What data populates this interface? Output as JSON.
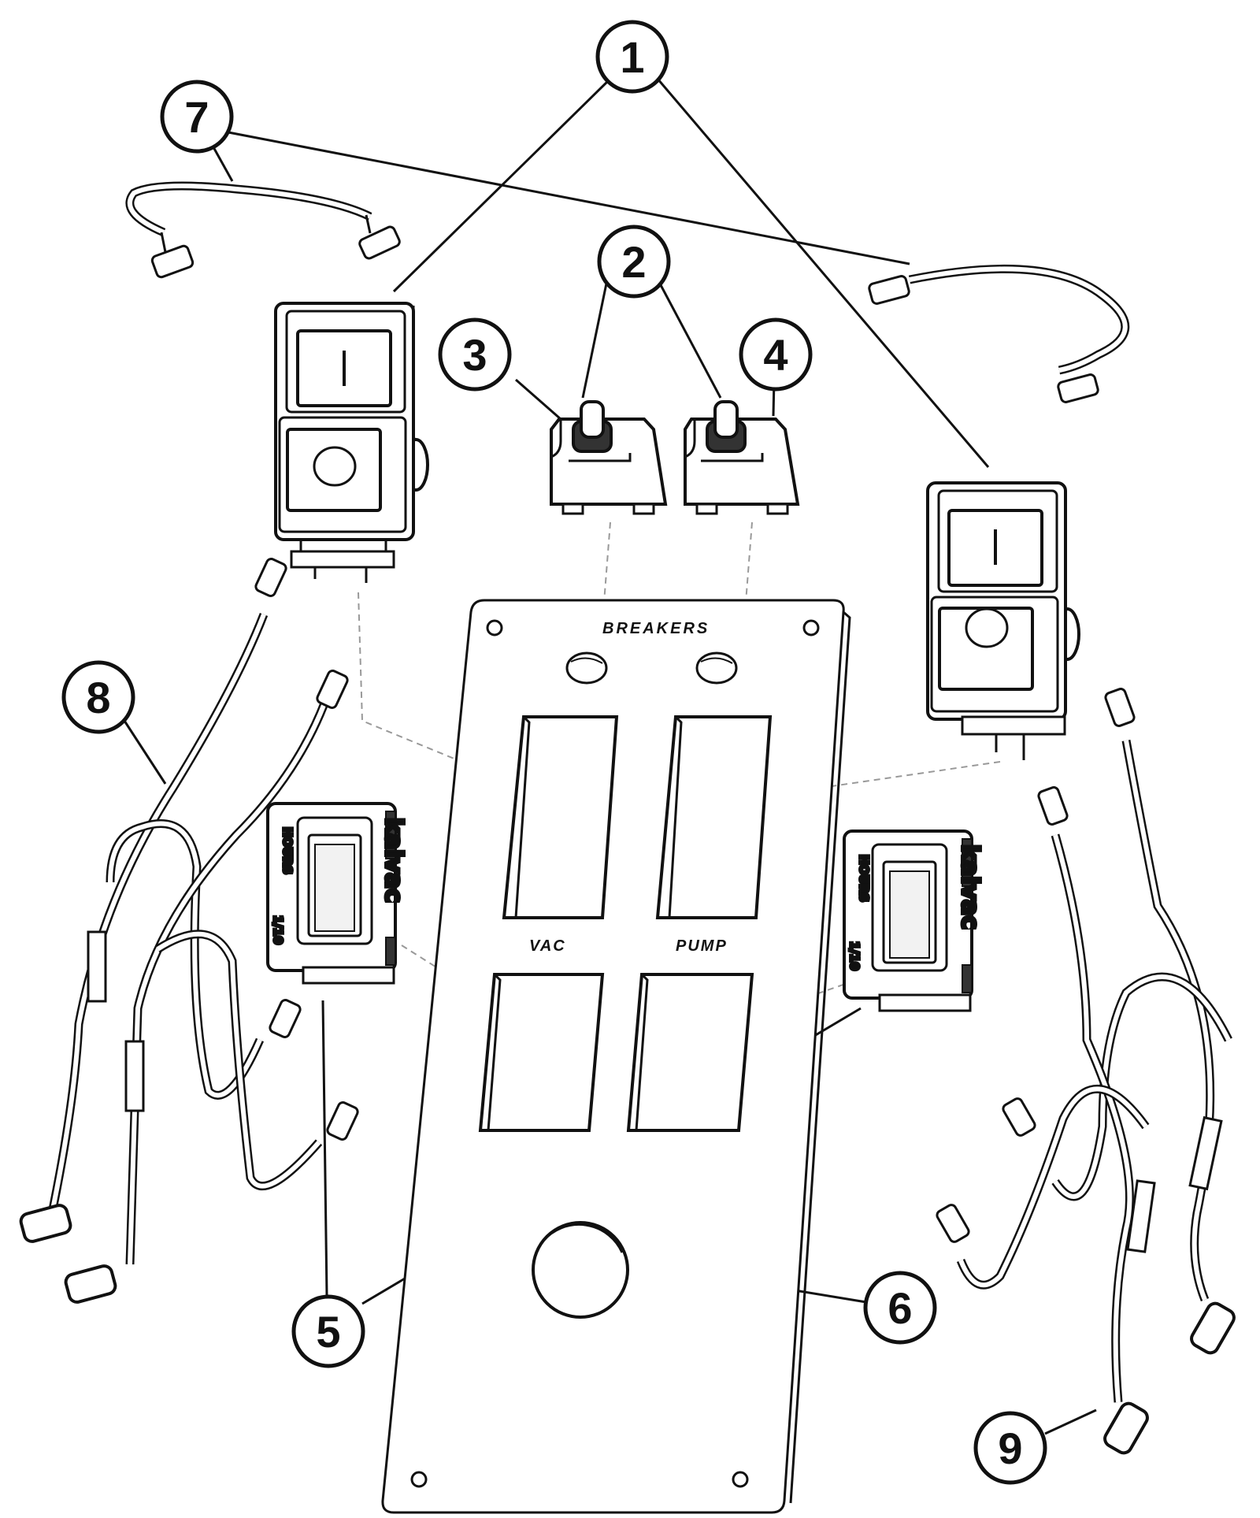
{
  "callouts": [
    "1",
    "2",
    "3",
    "4",
    "5",
    "6",
    "7",
    "8",
    "9"
  ],
  "panel": {
    "breakers_label": "BREAKERS",
    "vac_label": "VAC",
    "pump_label": "PUMP"
  },
  "meter": {
    "brand": "kaivac",
    "hours_label": "HOURS",
    "scale_label": "1/10"
  },
  "colors": {
    "line": "#111111",
    "fill": "#ffffff",
    "shade": "#d9d9d9"
  }
}
